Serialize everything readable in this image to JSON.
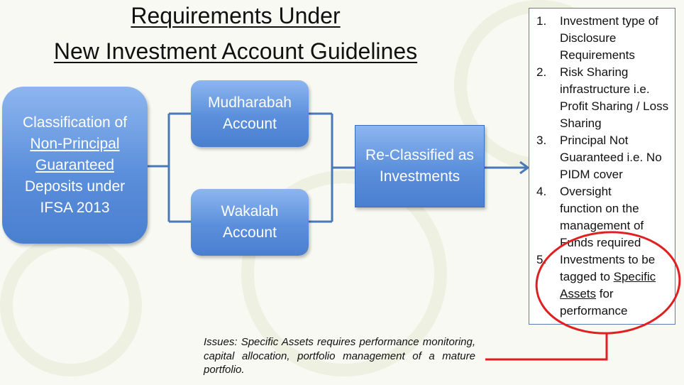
{
  "title": {
    "line1": "Requirements Under",
    "line2": "New Investment Account Guidelines"
  },
  "left_box": {
    "line1": "Classification of",
    "line2": "Non-Principal",
    "line3": "Guaranteed",
    "line4": "Deposits under",
    "line5": "IFSA 2013"
  },
  "mudharabah_box": {
    "line1": "Mudharabah",
    "line2": "Account"
  },
  "wakalah_box": {
    "line1": "Wakalah",
    "line2": "Account"
  },
  "reclassified_box": {
    "line1": "Re-Classified as",
    "line2": "Investments"
  },
  "requirements": [
    {
      "num": "1.",
      "text": "Investment type of Disclosure Requirements"
    },
    {
      "num": "2.",
      "text": "Risk Sharing infrastructure i.e. Profit Sharing / Loss Sharing"
    },
    {
      "num": "3.",
      "text": "Principal Not Guaranteed i.e. No PIDM cover"
    },
    {
      "num": "4.",
      "text": "Oversight function on the management of Funds required"
    },
    {
      "num": "5.",
      "pre": "Investments to be tagged to ",
      "link": "Specific Assets",
      "post": " for performance"
    }
  ],
  "issues": "Issues: Specific Assets requires performance monitoring, capital allocation, portfolio management of a mature portfolio.",
  "colors": {
    "box_blue": "#5b8fdb",
    "connector": "#4a78b8",
    "highlight_red": "#e02020"
  }
}
